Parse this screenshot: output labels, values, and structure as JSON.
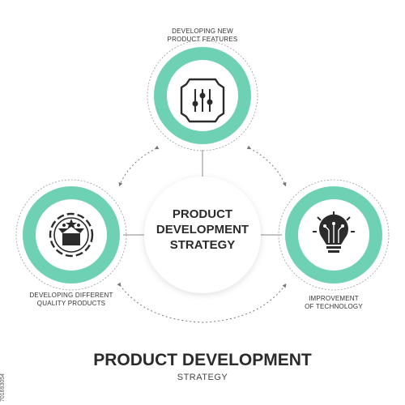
{
  "colors": {
    "accent": "#6fd1b4",
    "text": "#2b2b2b",
    "ring": "#9a9a9a"
  },
  "center": {
    "lines": [
      "PRODUCT",
      "DEVELOPMENT",
      "STRATEGY"
    ]
  },
  "nodes": [
    {
      "label_lines": [
        "DEVELOPING NEW",
        "PRODUCT FEATURES"
      ],
      "icon": "gear-sliders-icon"
    },
    {
      "label_lines": [
        "DEVELOPING DIFFERENT",
        "QUALITY PRODUCTS"
      ],
      "icon": "gear-box-stars-icon"
    },
    {
      "label_lines": [
        "IMPROVEMENT",
        "OF TECHNOLOGY"
      ],
      "icon": "lightbulb-circuit-icon"
    }
  ],
  "footer": {
    "title": "PRODUCT DEVELOPMENT",
    "subtitle": "STRATEGY"
  },
  "stock_id": "701693054"
}
